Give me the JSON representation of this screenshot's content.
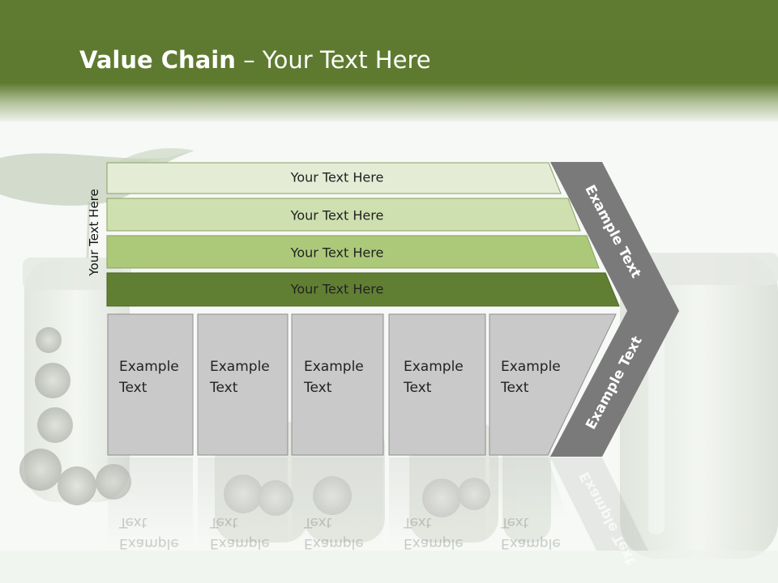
{
  "slide": {
    "title_bold": "Value Chain",
    "title_rest": " – Your Text Here",
    "vertical_label": "Your Text Here",
    "bars": [
      {
        "label": "Your Text Here",
        "color": "#e4ecd6"
      },
      {
        "label": "Your Text Here",
        "color": "#cfe0b0"
      },
      {
        "label": "Your Text Here",
        "color": "#acc97a"
      },
      {
        "label": "Your Text Here",
        "color": "#617f33"
      }
    ],
    "boxes": [
      {
        "label": "Example\nText"
      },
      {
        "label": "Example\nText"
      },
      {
        "label": "Example\nText"
      },
      {
        "label": "Example\nText"
      },
      {
        "label": "Example\nText"
      }
    ],
    "chevron_top_label": "Example Text",
    "chevron_bottom_label": "Example Text",
    "colors": {
      "header": "#5d7a2f",
      "chevron": "#7a7a7a",
      "box": "#c9c9c9"
    }
  }
}
